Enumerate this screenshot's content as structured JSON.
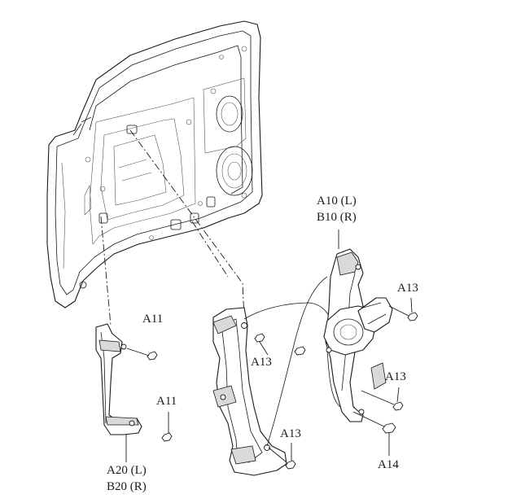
{
  "callouts": {
    "regulator_left_right": [
      "A10 (L)",
      "B10 (R)"
    ],
    "guide_left_right": [
      "A20 (L)",
      "B20 (R)"
    ],
    "a11_top": "A11",
    "a11_bottom": "A11",
    "a13_right_top": "A13",
    "a13_center": "A13",
    "a13_right_mid": "A13",
    "a13_bottom": "A13",
    "a14": "A14"
  },
  "colors": {
    "line": "#1a1a1a",
    "background": "#ffffff",
    "shade": "#d9d9d9"
  }
}
